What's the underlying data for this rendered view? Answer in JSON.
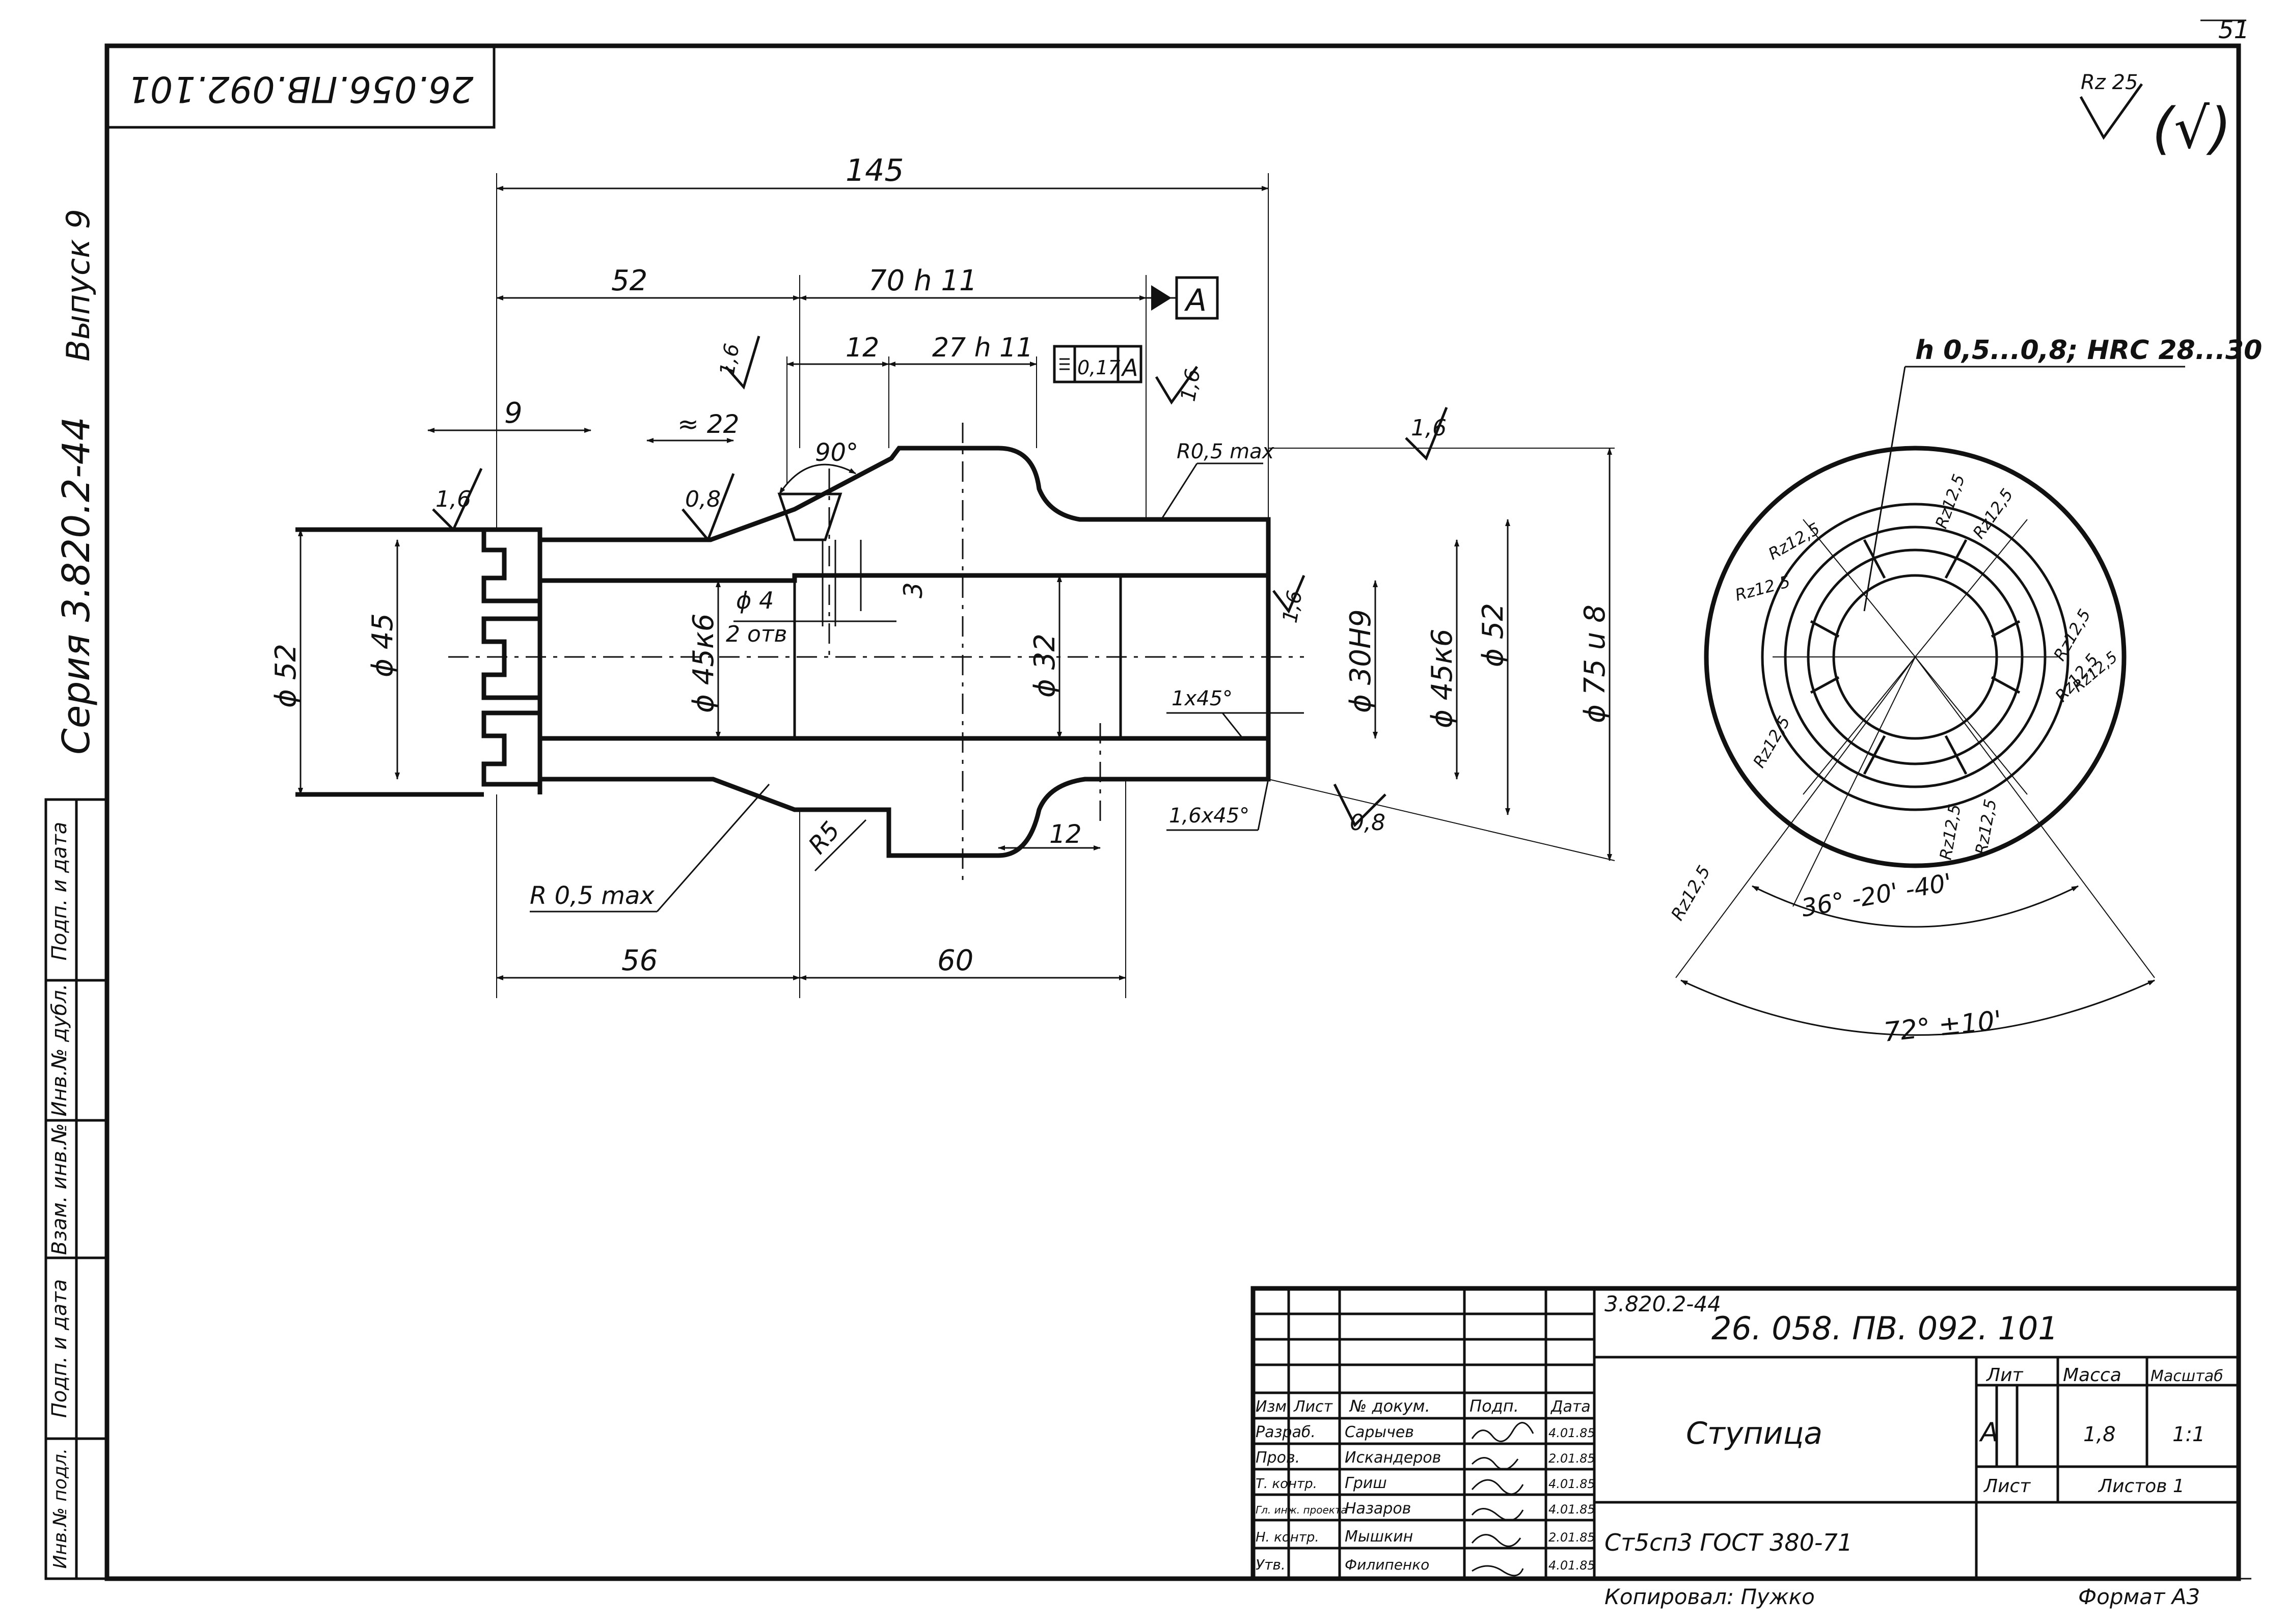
{
  "sheet": {
    "page_number": "51",
    "top_code": "26.056.ПВ.092.101",
    "surface_mark": "Rz 25",
    "surface_mark_bracket": "(√)"
  },
  "margin": {
    "issue": "Выпуск 9",
    "series": "Серия 3.820.2-44",
    "cells": [
      "Подп. и дата",
      "Инв.№ дубл.",
      "Взам. инв.№",
      "Подп. и дата",
      "Инв.№ подл."
    ]
  },
  "front_view": {
    "dims": {
      "overall": "145",
      "left_52": "52",
      "mid_70": "70 h 11",
      "datum": "A",
      "seg_12": "12",
      "seg_27": "27 h 11",
      "tolerance_value": "0,17",
      "tolerance_datum": "A",
      "dim_9": "9",
      "dim_22": "≈ 22",
      "angle_90": "90°",
      "r_top": "R0,5 max",
      "r_bottom": "R 0,5 max",
      "r5": "R5",
      "dim_12_bottom": "12",
      "chamfer_1": "1x45°",
      "chamfer_2": "1,6x45°",
      "bottom_56": "56",
      "bottom_60": "60",
      "hole": "ϕ 4",
      "hole_count": "2 отв",
      "dim_3": "3"
    },
    "diameters": [
      "ϕ 52",
      "ϕ 45",
      "ϕ 45к6",
      "ϕ 32",
      "ϕ 30Н9",
      "ϕ 45к6",
      "ϕ 52",
      "ϕ 75 u 8"
    ],
    "roughness": [
      "1,6",
      "0,8",
      "1,6",
      "1,6",
      "1,6",
      "1,6",
      "0,8"
    ]
  },
  "side_view": {
    "hardening": "h 0,5...0,8; HRC 28...30",
    "angle_small": "36° -20' -40'",
    "angle_large": "72° ±10'",
    "rz_labels": [
      "Rz12,5",
      "Rz12,5",
      "Rz12,5",
      "Rz12,5",
      "Rz12,5",
      "Rz12,5",
      "Rz12,5",
      "Rz12,5",
      "Rz12,5",
      "Rz12,5",
      "Rz12,5"
    ]
  },
  "title_block": {
    "series_code": "3.820.2-44",
    "doc_code": "26. 058. ПВ. 092. 101",
    "name": "Ступица",
    "material": "Ст5сп3 ГОСТ 380-71",
    "headers": [
      "Изм",
      "Лист",
      "№ докум.",
      "Подп.",
      "Дата"
    ],
    "roles": [
      "Разраб.",
      "Пров.",
      "Т. контр.",
      "Гл. инж. проекта",
      "Н. контр.",
      "Утв."
    ],
    "names": [
      "Сарычев",
      "Искандеров",
      "Гриш",
      "Назаров",
      "Мышкин",
      "Филипенко"
    ],
    "dates": [
      "4.01.85",
      "2.01.85",
      "4.01.85",
      "4.01.85",
      "2.01.85",
      "4.01.85"
    ],
    "lit_label": "Лит",
    "mass_label": "Масса",
    "scale_label": "Масштаб",
    "lit_value": "А",
    "mass_value": "1,8",
    "scale_value": "1:1",
    "sheet_label": "Лист",
    "sheets_label": "Листов 1",
    "copied": "Копировал: Пужко",
    "format": "Формат А3"
  }
}
